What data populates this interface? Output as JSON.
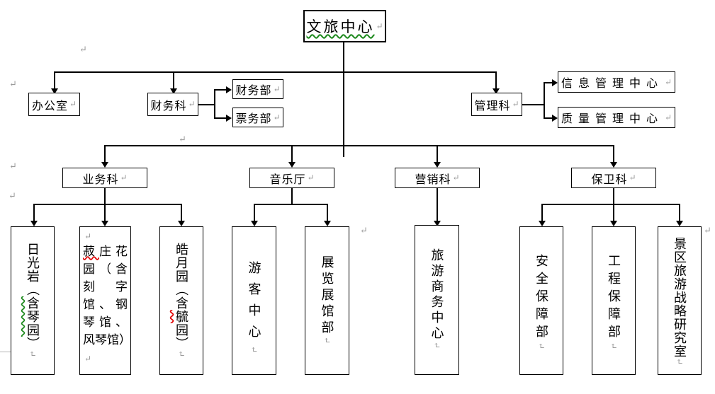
{
  "marks": {
    "pilcrow": "↵"
  },
  "colors": {
    "line": "#000000",
    "spell_wavy_green": "#1f8a1f",
    "spell_wavy_red": "#e00000",
    "formatting_mark_gray": "#9a9a9a",
    "background": "#ffffff"
  },
  "root": {
    "title": "文旅中心"
  },
  "level2": {
    "office": "办公室",
    "finance_section": "财务科",
    "management_section": "管理科"
  },
  "finance_children": {
    "finance_dept": "财务部",
    "ticketing_dept": "票务部"
  },
  "management_children": {
    "info_center": "信息管理中心",
    "quality_center": "质量管理中心"
  },
  "level3": {
    "business_section": "业务科",
    "concert_hall": "音乐厅",
    "marketing_section": "营销科",
    "security_section": "保卫科"
  },
  "level4": {
    "riguangyan": {
      "pre": "日光岩（",
      "wavy": "含琴园",
      "post": "）"
    },
    "shuzhuang_garden": {
      "wavy": "菽",
      "rest": "庄花园（含刻字馆、钢琴馆、风琴馆）"
    },
    "haoyueyuan": {
      "pre": "皓月园（含",
      "wavy": "毓",
      "post": "园）"
    },
    "visitor_center": "游客中心",
    "exhibition_dept": "展览展馆部",
    "tourism_business_center": "旅游商务中心",
    "safety_support_dept": "安全保障部",
    "engineering_support_dept": "工程保障部",
    "strategy_research_office": "景区旅游战略研究室"
  }
}
